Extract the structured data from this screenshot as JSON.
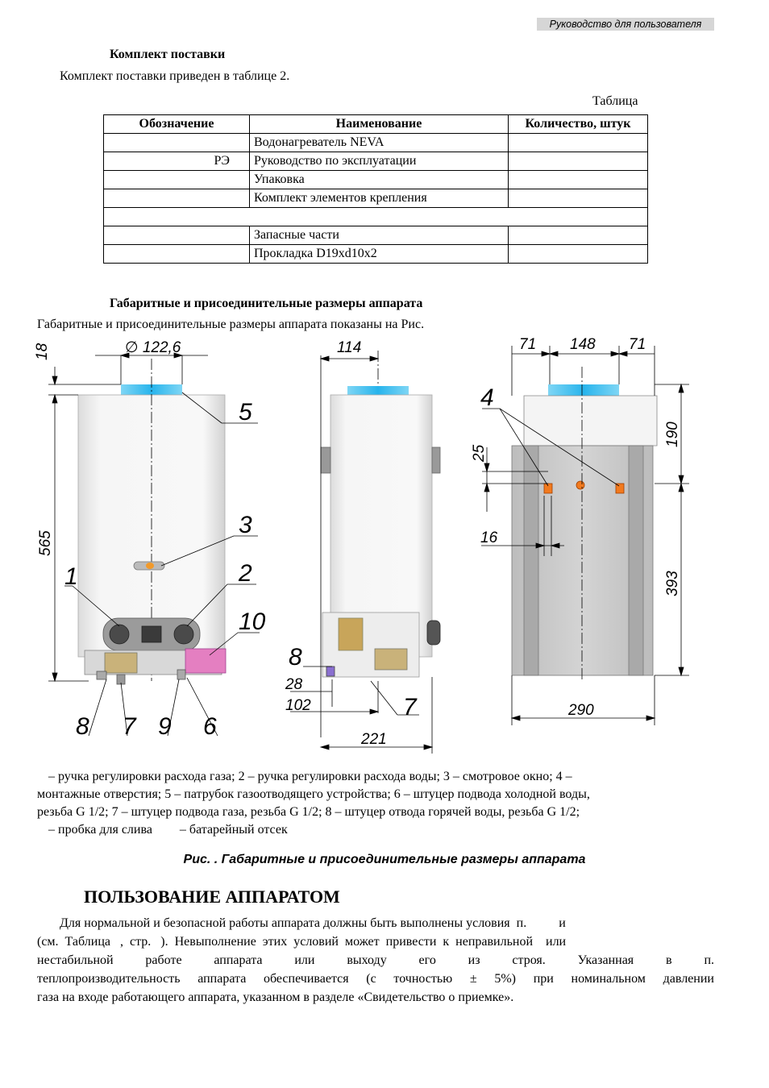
{
  "header": {
    "title": "Руководство для пользователя"
  },
  "kit": {
    "heading": "Комплект поставки",
    "intro": "Комплект поставки приведен в таблице 2.",
    "table_label": "Таблица",
    "columns": [
      "Обозначение",
      "Наименование",
      "Количество, штук"
    ],
    "rows": [
      {
        "code": "",
        "name": "Водонагреватель NEVA",
        "qty": ""
      },
      {
        "code": "РЭ",
        "name": "Руководство по эксплуатации",
        "qty": ""
      },
      {
        "code": "",
        "name": "Упаковка",
        "qty": ""
      },
      {
        "code": "",
        "name": "Комплект элементов крепления",
        "qty": ""
      }
    ],
    "rows2": [
      {
        "code": "",
        "name": "Запасные части",
        "qty": ""
      },
      {
        "code": "",
        "name": "Прокладка D19xd10x2",
        "qty": ""
      }
    ]
  },
  "dims": {
    "heading": "Габаритные и присоединительные размеры аппарата",
    "intro": "Габаритные и присоединительные размеры аппарата показаны на Рис."
  },
  "figure": {
    "dim_labels": {
      "d18": "18",
      "d122": "∅ 122,6",
      "d565": "565",
      "d114": "114",
      "d28": "28",
      "d102": "102",
      "d221": "221",
      "d71a": "71",
      "d148": "148",
      "d71b": "71",
      "d190": "190",
      "d25": "25",
      "d16": "16",
      "d393": "393",
      "d290": "290"
    },
    "callouts": {
      "n1": "1",
      "n2": "2",
      "n3": "3",
      "n4": "4",
      "n5": "5",
      "n6": "6",
      "n7": "7",
      "n7b": "7",
      "n8": "8",
      "n8b": "8",
      "n9": "9",
      "n10": "10"
    }
  },
  "legend": {
    "line1": "– ручка регулировки расхода газа; 2 – ручка регулировки расхода воды; 3 – смотровое окно; 4 –",
    "line2": "монтажные отверстия; 5 – патрубок газоотводящего устройства; 6 – штуцер подвода холодной воды,",
    "line3": "резьба G 1/2; 7 – штуцер подвода газа, резьба G 1/2; 8 – штуцер отвода горячей воды, резьба G 1/2;",
    "line4a": "– пробка для слива",
    "line4b": "– батарейный отсек"
  },
  "caption": "Рис.   . Габаритные и присоединительные размеры аппарата",
  "usage": {
    "heading": "ПОЛЬЗОВАНИЕ АППАРАТОМ",
    "line1": "Для нормальной и безопасной работы аппарата должны быть выполнены условия  п.          и",
    "line2": "(см.  Таблица   ,  стр.   ).  Невыполнение  этих  условий  может  привести  к  неправильной    или",
    "line3": "нестабильной  работе  аппарата  или  выходу  его  из  строя.  Указанная  в  п.",
    "line4": "теплопроизводительность аппарата обеспечивается (с точностью ± 5%) при номинальном давлении",
    "line5": "газа на входе работающего аппарата, указанном в разделе «Свидетельство о приемке»."
  }
}
